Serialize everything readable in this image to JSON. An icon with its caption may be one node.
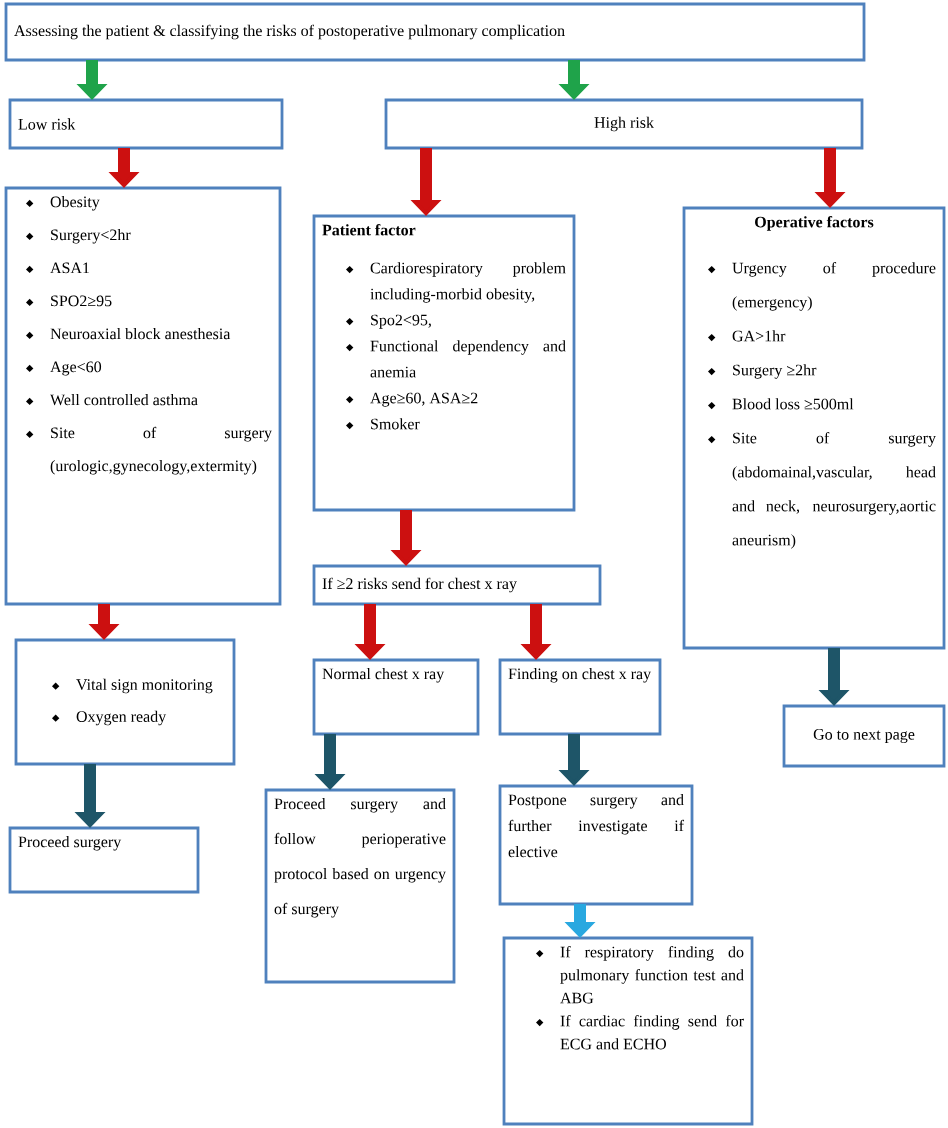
{
  "diagram": {
    "nodes": [
      {
        "text": [
          "Assessing the patient & classifying the risks of postoperative pulmonary complication"
        ]
      },
      {
        "text": [
          "Low risk"
        ]
      },
      {
        "text": [
          "High risk"
        ]
      },
      {
        "text": [
          "Obesity",
          "Surgery<2hr",
          "ASA1",
          "SPO2≥95",
          "Neuroaxial block anesthesia",
          "Age<60",
          "Well controlled asthma",
          "Site of surgery (urologic,gynecology,extermity)"
        ]
      },
      {
        "text": [
          "Patient factor",
          "Cardiorespiratory problem including-morbid obesity,",
          "Spo2<95,",
          "Functional dependency and anemia",
          "Age≥60, ASA≥2",
          "Smoker"
        ]
      },
      {
        "text": [
          "Operative factors",
          "Urgency of procedure (emergency)",
          "GA>1hr",
          "Surgery ≥2hr",
          "Blood loss ≥500ml",
          "Site of surgery (abdomainal,vascular, head and neck, neurosurgery,aortic aneurism)"
        ]
      },
      {
        "text": [
          "If ≥2 risks send for chest x ray"
        ]
      },
      {
        "text": [
          "Vital sign monitoring",
          "Oxygen ready"
        ]
      },
      {
        "text": [
          "Normal chest x ray"
        ]
      },
      {
        "text": [
          "Finding on chest x ray"
        ]
      },
      {
        "text": [
          "Go to next page"
        ]
      },
      {
        "text": [
          "Proceed surgery"
        ]
      },
      {
        "text": [
          "Proceed surgery and follow perioperative protocol based on urgency of surgery"
        ]
      },
      {
        "text": [
          "Postpone surgery and further investigate if elective"
        ]
      },
      {
        "text": [
          "If respiratory finding do pulmonary function test and ABG",
          "If cardiac finding send for ECG and ECHO"
        ]
      }
    ],
    "edges": [
      {
        "from": 0,
        "to": 1,
        "arrow": "to",
        "color": "#1fa34a"
      },
      {
        "from": 0,
        "to": 2,
        "arrow": "to",
        "color": "#1fa34a"
      },
      {
        "from": 1,
        "to": 3,
        "arrow": "to"
      },
      {
        "from": 2,
        "to": 4,
        "arrow": "to"
      },
      {
        "from": 2,
        "to": 5,
        "arrow": "to"
      },
      {
        "from": 3,
        "to": 7,
        "arrow": "to"
      },
      {
        "from": 4,
        "to": 6,
        "arrow": "to"
      },
      {
        "from": 6,
        "to": 8,
        "arrow": "to"
      },
      {
        "from": 6,
        "to": 9,
        "arrow": "to"
      },
      {
        "from": 7,
        "to": 11,
        "arrow": "to",
        "color": "#1e5568"
      },
      {
        "from": 8,
        "to": 12,
        "arrow": "to",
        "color": "#1e5568"
      },
      {
        "from": 9,
        "to": 13,
        "arrow": "to",
        "color": "#1e5568"
      },
      {
        "from": 5,
        "to": 10,
        "arrow": "to",
        "color": "#1e5568"
      },
      {
        "from": 13,
        "to": 14,
        "arrow": "to",
        "color": "#29a8e0"
      }
    ]
  }
}
